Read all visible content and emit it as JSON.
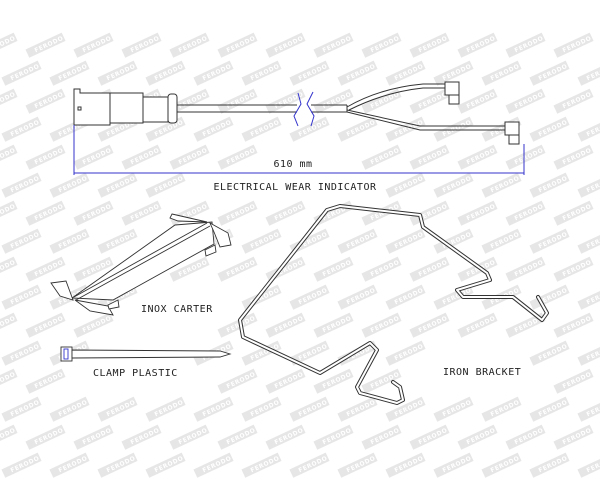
{
  "watermark": {
    "text": "FERODO",
    "color": "#e6e6e6"
  },
  "colors": {
    "line": "#333333",
    "dimension": "#3333cc"
  },
  "parts": {
    "wear_indicator": {
      "title": "ELECTRICAL WEAR INDICATOR",
      "dimension": "610 mm"
    },
    "inox_carter": {
      "title": "INOX CARTER"
    },
    "clamp_plastic": {
      "title": "CLAMP PLASTIC"
    },
    "iron_bracket": {
      "title": "IRON BRACKET"
    }
  }
}
